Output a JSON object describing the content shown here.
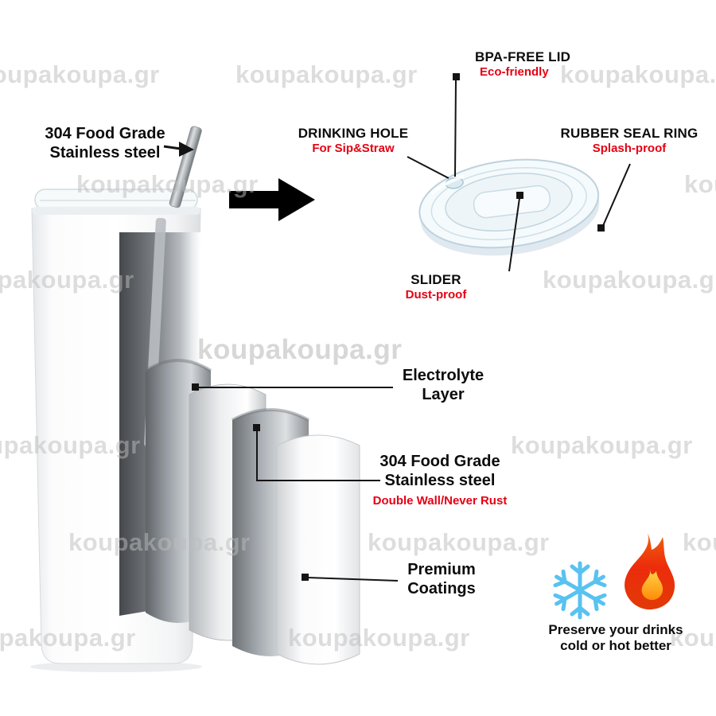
{
  "watermark": {
    "text": "koupakoupa.gr"
  },
  "callouts": {
    "straw_material": {
      "line1": "304 Food Grade",
      "line2": "Stainless steel"
    },
    "bpa_lid": {
      "title": "BPA-FREE LID",
      "subtitle": "Eco-friendly"
    },
    "drinking_hole": {
      "title": "DRINKING HOLE",
      "subtitle": "For Sip&Straw"
    },
    "rubber_seal_ring": {
      "title": "RUBBER SEAL RING",
      "subtitle": "Splash-proof"
    },
    "slider": {
      "title": "SLIDER",
      "subtitle": "Dust-proof"
    },
    "electrolyte_layer": {
      "line1": "Electrolyte",
      "line2": "Layer"
    },
    "wall_material": {
      "line1": "304 Food Grade",
      "line2": "Stainless steel",
      "subtitle": "Double Wall/Never Rust"
    },
    "premium_coatings": {
      "line1": "Premium",
      "line2": "Coatings"
    },
    "preserve": {
      "line1": "Preserve your drinks",
      "line2": "cold or hot better"
    }
  },
  "icons": {
    "snowflake": "snowflake-icon",
    "flame": "flame-icon",
    "transition_arrow": "arrow-right-icon"
  },
  "colors": {
    "label_text": "#0c0c0c",
    "accent_red": "#e60012",
    "watermark_gray": "#bdbdbd",
    "snowflake_blue": "#58c2f0",
    "flame_red": "#ec2c0c",
    "flame_orange": "#ff8b07",
    "arrow_black": "#000000"
  }
}
